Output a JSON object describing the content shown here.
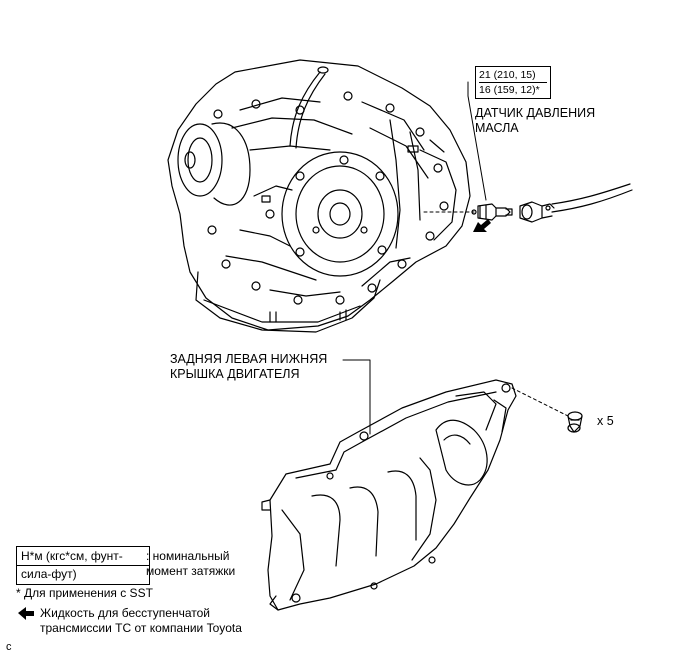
{
  "torque_spec": {
    "line1": "21 (210, 15)",
    "line2": "16 (159, 12)*"
  },
  "oil_pressure_sensor_label": {
    "line1": "ДАТЧИК ДАВЛЕНИЯ",
    "line2": "МАСЛА"
  },
  "engine_cover_label": {
    "line1": "ЗАДНЯЯ ЛЕВАЯ НИЖНЯЯ",
    "line2": "КРЫШКА ДВИГАТЕЛЯ"
  },
  "clip_quantity": "x 5",
  "legend": {
    "unit_line1": "Н*м (кгс*см, фунт-",
    "unit_line2": "сила-фут)",
    "unit_desc_line1": ": номинальный",
    "unit_desc_line2": "момент затяжки",
    "sst_note": "* Для применения с SST",
    "fluid_line1": "Жидкость для бесступенчатой",
    "fluid_line2": "трансмиссии ТС от компании Toyota"
  },
  "figure_code": "c",
  "icons": {
    "fluid_arrow": "fluid-arrow-icon"
  }
}
